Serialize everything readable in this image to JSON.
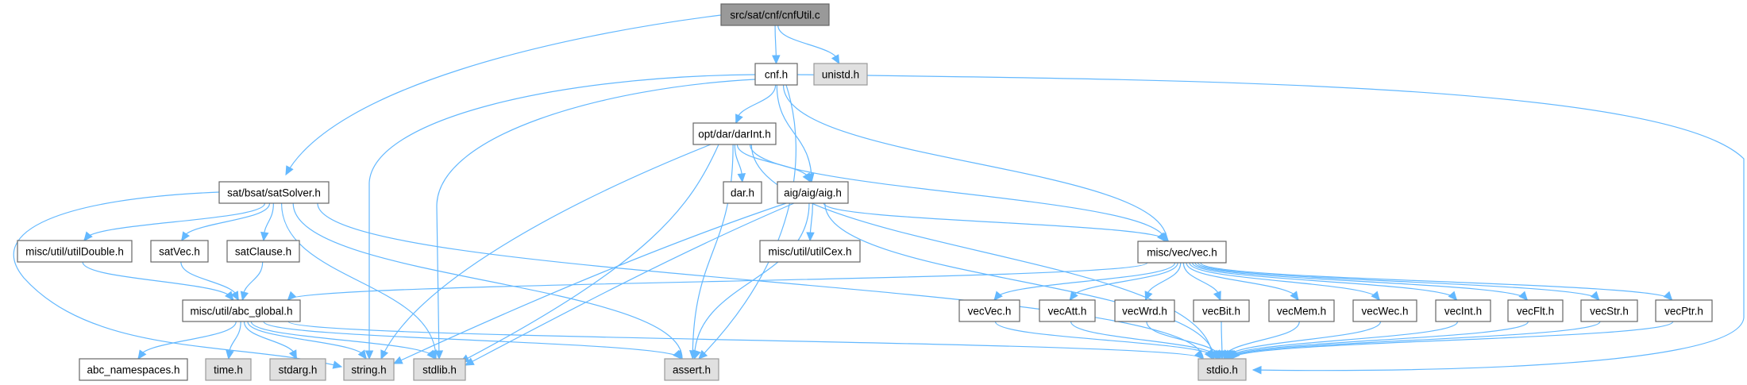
{
  "title": "src/sat/cnf/cnfUtil.c include dependency graph",
  "colors": {
    "edge": "#63b8ff",
    "root_fill": "#999999",
    "root_stroke": "#666666",
    "internal_fill": "#ffffff",
    "internal_stroke": "#666666",
    "external_fill": "#e0e0e0",
    "external_stroke": "#999999"
  },
  "nodes": [
    {
      "id": "cnfUtil",
      "label": "src/sat/cnf/cnfUtil.c",
      "kind": "root"
    },
    {
      "id": "cnf",
      "label": "cnf.h",
      "kind": "internal"
    },
    {
      "id": "unistd",
      "label": "unistd.h",
      "kind": "external"
    },
    {
      "id": "darInt",
      "label": "opt/dar/darInt.h",
      "kind": "internal"
    },
    {
      "id": "satSolver",
      "label": "sat/bsat/satSolver.h",
      "kind": "internal"
    },
    {
      "id": "dar",
      "label": "dar.h",
      "kind": "internal"
    },
    {
      "id": "aig",
      "label": "aig/aig/aig.h",
      "kind": "internal"
    },
    {
      "id": "utilDouble",
      "label": "misc/util/utilDouble.h",
      "kind": "internal"
    },
    {
      "id": "satVec",
      "label": "satVec.h",
      "kind": "internal"
    },
    {
      "id": "satClause",
      "label": "satClause.h",
      "kind": "internal"
    },
    {
      "id": "utilCex",
      "label": "misc/util/utilCex.h",
      "kind": "internal"
    },
    {
      "id": "vec",
      "label": "misc/vec/vec.h",
      "kind": "internal"
    },
    {
      "id": "abcGlobal",
      "label": "misc/util/abc_global.h",
      "kind": "internal"
    },
    {
      "id": "vecVec",
      "label": "vecVec.h",
      "kind": "internal"
    },
    {
      "id": "vecAtt",
      "label": "vecAtt.h",
      "kind": "internal"
    },
    {
      "id": "vecWrd",
      "label": "vecWrd.h",
      "kind": "internal"
    },
    {
      "id": "vecBit",
      "label": "vecBit.h",
      "kind": "internal"
    },
    {
      "id": "vecMem",
      "label": "vecMem.h",
      "kind": "internal"
    },
    {
      "id": "vecWec",
      "label": "vecWec.h",
      "kind": "internal"
    },
    {
      "id": "vecInt",
      "label": "vecInt.h",
      "kind": "internal"
    },
    {
      "id": "vecFlt",
      "label": "vecFlt.h",
      "kind": "internal"
    },
    {
      "id": "vecStr",
      "label": "vecStr.h",
      "kind": "internal"
    },
    {
      "id": "vecPtr",
      "label": "vecPtr.h",
      "kind": "internal"
    },
    {
      "id": "abcNamespaces",
      "label": "abc_namespaces.h",
      "kind": "internal"
    },
    {
      "id": "time",
      "label": "time.h",
      "kind": "external"
    },
    {
      "id": "stdarg",
      "label": "stdarg.h",
      "kind": "external"
    },
    {
      "id": "string",
      "label": "string.h",
      "kind": "external"
    },
    {
      "id": "stdlib",
      "label": "stdlib.h",
      "kind": "external"
    },
    {
      "id": "assert",
      "label": "assert.h",
      "kind": "external"
    },
    {
      "id": "stdio",
      "label": "stdio.h",
      "kind": "external"
    }
  ],
  "edges": [
    [
      "cnfUtil",
      "cnf"
    ],
    [
      "cnfUtil",
      "unistd"
    ],
    [
      "cnfUtil",
      "satSolver"
    ],
    [
      "cnf",
      "darInt"
    ],
    [
      "cnf",
      "aig"
    ],
    [
      "cnf",
      "vec"
    ],
    [
      "cnf",
      "string"
    ],
    [
      "cnf",
      "stdlib"
    ],
    [
      "cnf",
      "assert"
    ],
    [
      "cnf",
      "stdio"
    ],
    [
      "darInt",
      "dar"
    ],
    [
      "darInt",
      "aig"
    ],
    [
      "darInt",
      "vec"
    ],
    [
      "darInt",
      "string"
    ],
    [
      "darInt",
      "stdlib"
    ],
    [
      "darInt",
      "assert"
    ],
    [
      "darInt",
      "stdio"
    ],
    [
      "aig",
      "utilCex"
    ],
    [
      "aig",
      "vec"
    ],
    [
      "aig",
      "string"
    ],
    [
      "aig",
      "stdlib"
    ],
    [
      "aig",
      "assert"
    ],
    [
      "aig",
      "stdio"
    ],
    [
      "satSolver",
      "utilDouble"
    ],
    [
      "satSolver",
      "satVec"
    ],
    [
      "satSolver",
      "satClause"
    ],
    [
      "satSolver",
      "string"
    ],
    [
      "satSolver",
      "stdlib"
    ],
    [
      "satSolver",
      "assert"
    ],
    [
      "satSolver",
      "stdio"
    ],
    [
      "utilDouble",
      "abcGlobal"
    ],
    [
      "satVec",
      "abcGlobal"
    ],
    [
      "satClause",
      "abcGlobal"
    ],
    [
      "vec",
      "abcGlobal"
    ],
    [
      "vec",
      "vecVec"
    ],
    [
      "vec",
      "vecAtt"
    ],
    [
      "vec",
      "vecWrd"
    ],
    [
      "vec",
      "vecBit"
    ],
    [
      "vec",
      "vecMem"
    ],
    [
      "vec",
      "vecWec"
    ],
    [
      "vec",
      "vecInt"
    ],
    [
      "vec",
      "vecFlt"
    ],
    [
      "vec",
      "vecStr"
    ],
    [
      "vec",
      "vecPtr"
    ],
    [
      "abcGlobal",
      "abcNamespaces"
    ],
    [
      "abcGlobal",
      "time"
    ],
    [
      "abcGlobal",
      "stdarg"
    ],
    [
      "abcGlobal",
      "string"
    ],
    [
      "abcGlobal",
      "stdlib"
    ],
    [
      "abcGlobal",
      "assert"
    ],
    [
      "abcGlobal",
      "stdio"
    ],
    [
      "vecVec",
      "stdio"
    ],
    [
      "vecAtt",
      "stdio"
    ],
    [
      "vecWrd",
      "stdio"
    ],
    [
      "vecBit",
      "stdio"
    ],
    [
      "vecMem",
      "stdio"
    ],
    [
      "vecWec",
      "stdio"
    ],
    [
      "vecInt",
      "stdio"
    ],
    [
      "vecFlt",
      "stdio"
    ],
    [
      "vecStr",
      "stdio"
    ],
    [
      "vecPtr",
      "stdio"
    ]
  ]
}
